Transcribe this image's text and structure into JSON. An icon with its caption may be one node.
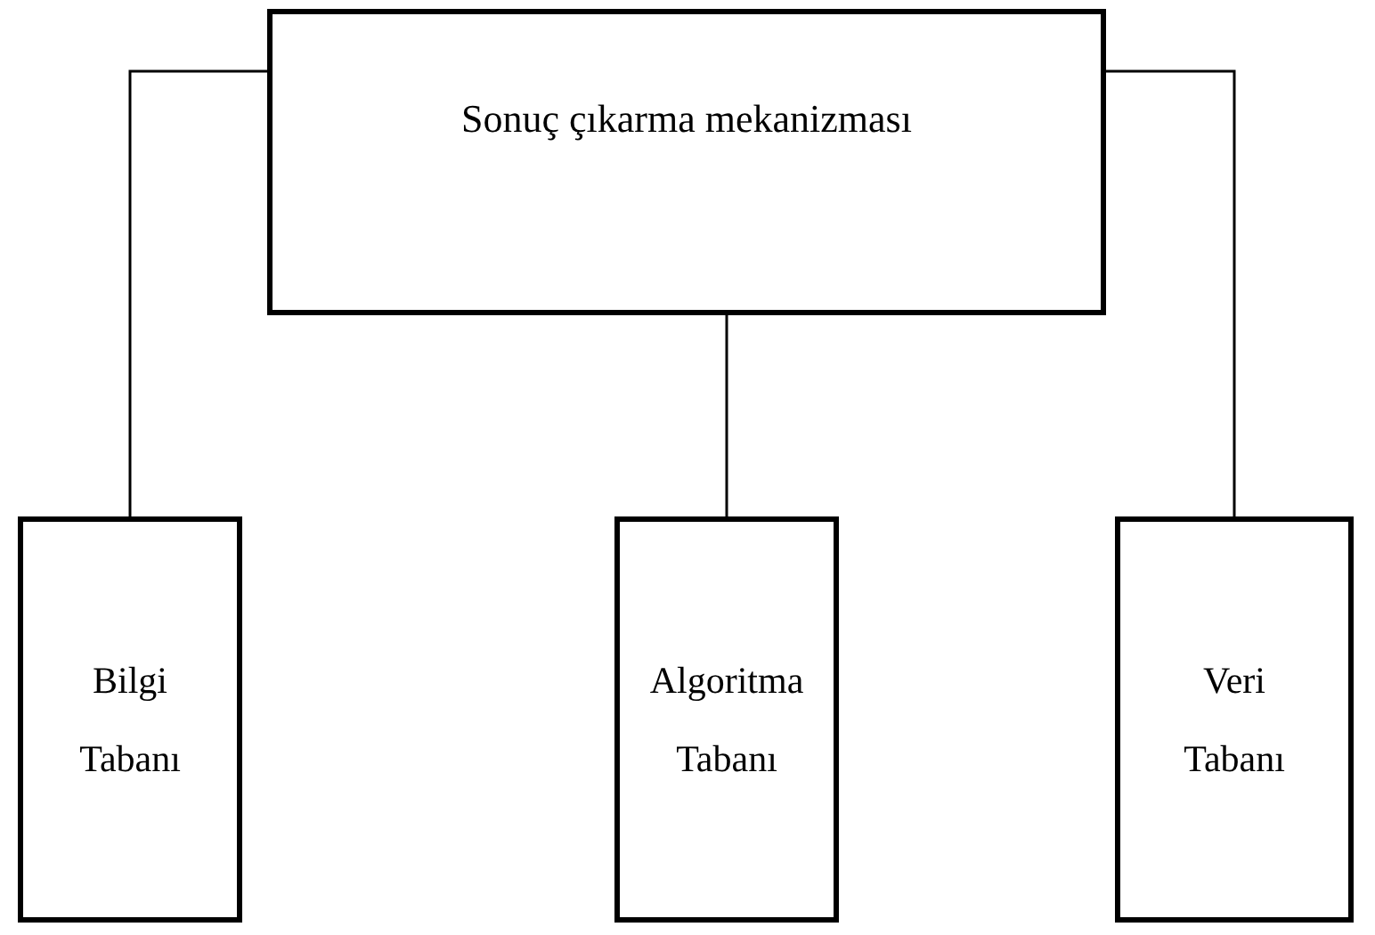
{
  "diagram": {
    "nodes": [
      {
        "text": [
          "Sonuç çıkarma mekanizması"
        ]
      },
      {
        "text": [
          "Bilgi Tabanı"
        ]
      },
      {
        "text": [
          "Algoritma Tabanı"
        ]
      },
      {
        "text": [
          "Veri Tabanı"
        ]
      }
    ],
    "edges": [
      {
        "from": 0,
        "to": 1,
        "arrow": "none"
      },
      {
        "from": 0,
        "to": 2,
        "arrow": "none"
      },
      {
        "from": 0,
        "to": 3,
        "arrow": "none"
      }
    ]
  }
}
